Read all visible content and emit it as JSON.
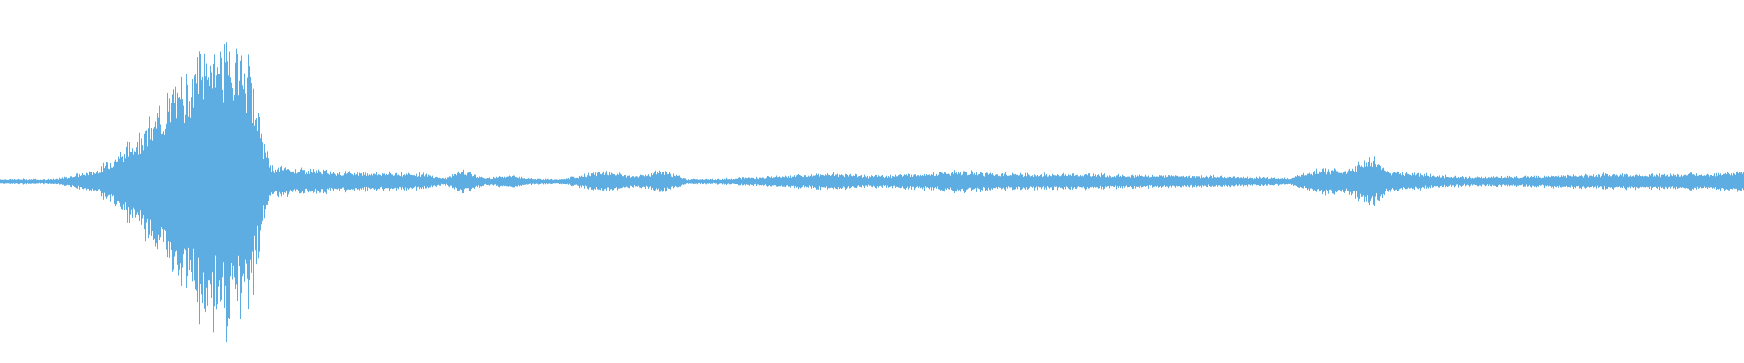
{
  "waveform": {
    "color": "#5DADE2",
    "baseline_amplitude": 0.015,
    "envelope_keypoints": [
      [
        0.0,
        0.01
      ],
      [
        0.03,
        0.012
      ],
      [
        0.04,
        0.03
      ],
      [
        0.055,
        0.06
      ],
      [
        0.068,
        0.15
      ],
      [
        0.085,
        0.3
      ],
      [
        0.1,
        0.48
      ],
      [
        0.115,
        0.68
      ],
      [
        0.125,
        0.75
      ],
      [
        0.138,
        0.7
      ],
      [
        0.145,
        0.55
      ],
      [
        0.15,
        0.25
      ],
      [
        0.155,
        0.08
      ],
      [
        0.2,
        0.05
      ],
      [
        0.24,
        0.045
      ],
      [
        0.255,
        0.02
      ],
      [
        0.265,
        0.06
      ],
      [
        0.278,
        0.02
      ],
      [
        0.29,
        0.035
      ],
      [
        0.305,
        0.02
      ],
      [
        0.32,
        0.01
      ],
      [
        0.345,
        0.055
      ],
      [
        0.365,
        0.03
      ],
      [
        0.38,
        0.06
      ],
      [
        0.395,
        0.01
      ],
      [
        0.46,
        0.035
      ],
      [
        0.48,
        0.045
      ],
      [
        0.5,
        0.03
      ],
      [
        0.55,
        0.055
      ],
      [
        0.575,
        0.045
      ],
      [
        0.6,
        0.04
      ],
      [
        0.635,
        0.04
      ],
      [
        0.65,
        0.035
      ],
      [
        0.7,
        0.03
      ],
      [
        0.74,
        0.02
      ],
      [
        0.757,
        0.07
      ],
      [
        0.773,
        0.06
      ],
      [
        0.786,
        0.14
      ],
      [
        0.795,
        0.06
      ],
      [
        0.81,
        0.045
      ],
      [
        0.84,
        0.025
      ],
      [
        0.88,
        0.03
      ],
      [
        0.92,
        0.04
      ],
      [
        0.96,
        0.04
      ],
      [
        1.0,
        0.05
      ]
    ]
  }
}
